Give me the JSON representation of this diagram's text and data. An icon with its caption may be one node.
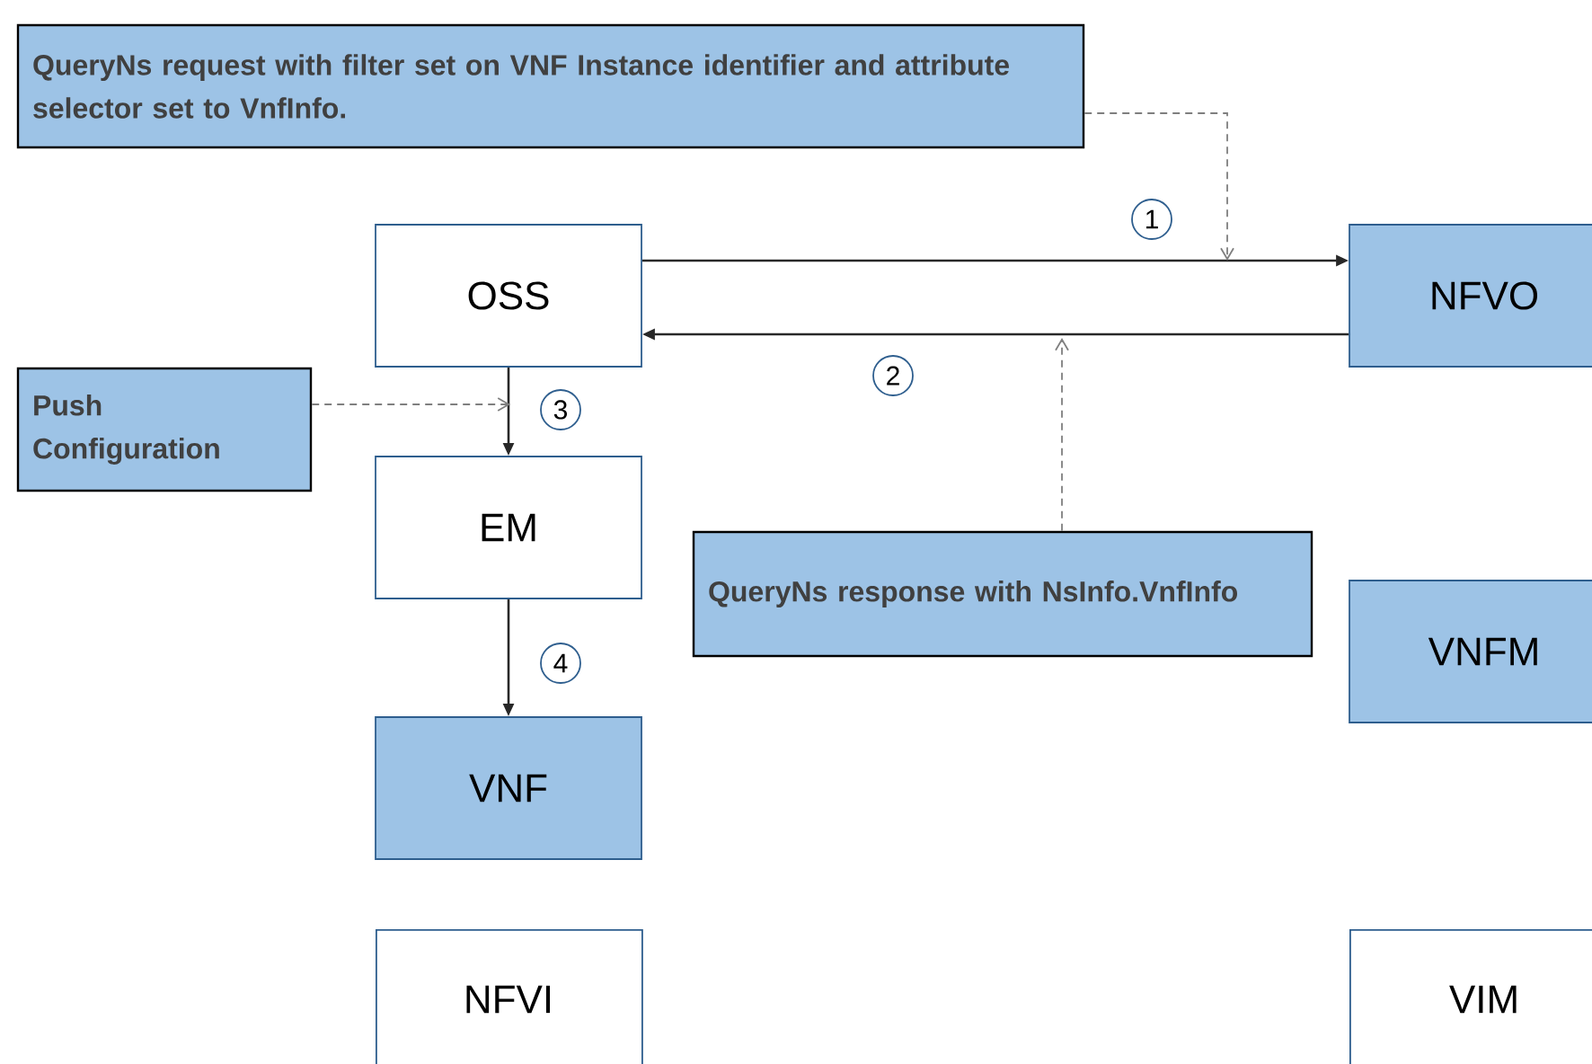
{
  "diagram": {
    "nodes": [
      {
        "text": [
          "QueryNs request with filter set on VNF Instance identifier and attribute selector set to VnfInfo."
        ]
      },
      {
        "text": [
          "OSS"
        ]
      },
      {
        "text": [
          "NFVO"
        ]
      },
      {
        "text": [
          "Push Configuration"
        ]
      },
      {
        "text": [
          "EM"
        ]
      },
      {
        "text": [
          "QueryNs response with NsInfo.VnfInfo"
        ]
      },
      {
        "text": [
          "VNFM"
        ]
      },
      {
        "text": [
          "VNF"
        ]
      },
      {
        "text": [
          "NFVI"
        ]
      },
      {
        "text": [
          "VIM"
        ]
      }
    ],
    "edges": [
      {
        "from": 1,
        "to": 2,
        "arrow": "to",
        "label": "1"
      },
      {
        "from": 2,
        "to": 1,
        "arrow": "to",
        "label": "2"
      },
      {
        "from": 1,
        "to": 4,
        "arrow": "to",
        "label": "3"
      },
      {
        "from": 4,
        "to": 7,
        "arrow": "to",
        "label": "4"
      },
      {
        "from": 0,
        "to": null,
        "arrow": "to",
        "style": "dashed",
        "color": "#7f7f7f"
      },
      {
        "from": 3,
        "to": null,
        "arrow": "to",
        "style": "dashed",
        "color": "#7f7f7f"
      },
      {
        "from": 5,
        "to": null,
        "arrow": "to",
        "style": "dashed",
        "color": "#7f7f7f"
      }
    ]
  }
}
